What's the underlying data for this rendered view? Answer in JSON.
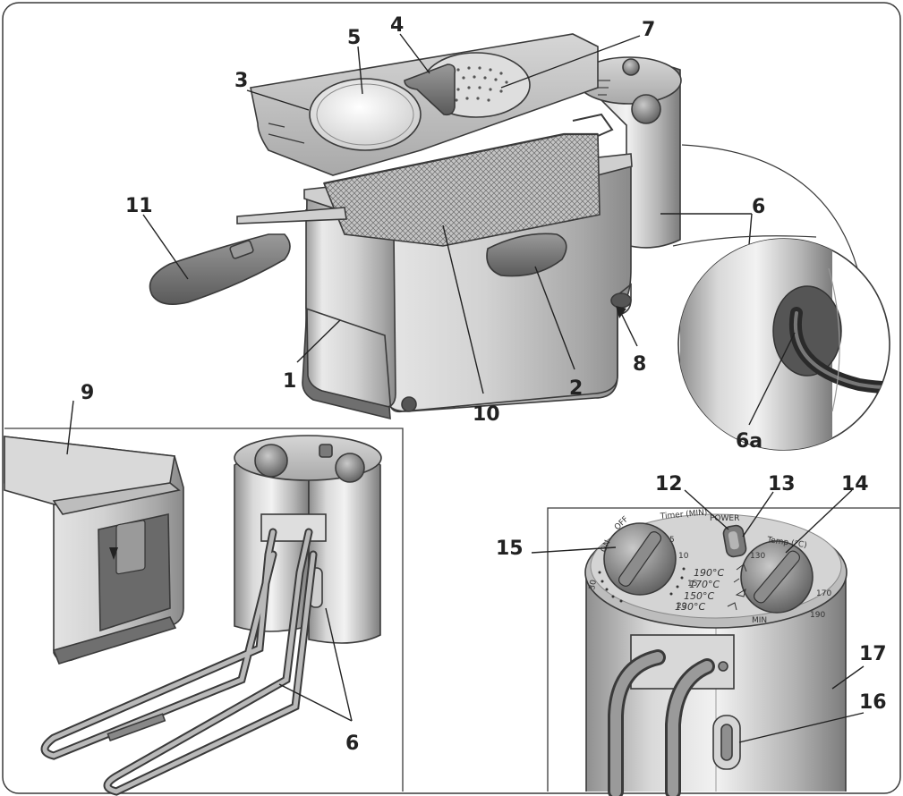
{
  "callouts": {
    "c1": "1",
    "c2": "2",
    "c3": "3",
    "c4": "4",
    "c5": "5",
    "c6_top": "6",
    "c6a": "6a",
    "c6_bottom": "6",
    "c7": "7",
    "c8": "8",
    "c9": "9",
    "c10": "10",
    "c11": "11",
    "c12": "12",
    "c13": "13",
    "c14": "14",
    "c15": "15",
    "c16": "16",
    "c17": "17"
  },
  "control_panel_labels": {
    "off": "OFF",
    "on": "ON",
    "timer": "Timer (MIN)",
    "power": "POWER",
    "temp": "Temp (°C)",
    "min": "MIN",
    "t_130": "130",
    "t_170": "170",
    "t_190": "190",
    "timer_5": "5",
    "timer_10": "10",
    "timer_15": "15",
    "timer_20": "20",
    "timer_30": "30",
    "food_190": "190°C",
    "food_170": "170°C",
    "food_150": "150°C",
    "food_130": "130°C"
  },
  "colors": {
    "metal_light": "#e4e4e4",
    "metal_mid": "#b9b9b9",
    "metal_dark": "#6e6e6e",
    "plastic_dark": "#7a7a7a",
    "outline": "#3a3a3a"
  }
}
